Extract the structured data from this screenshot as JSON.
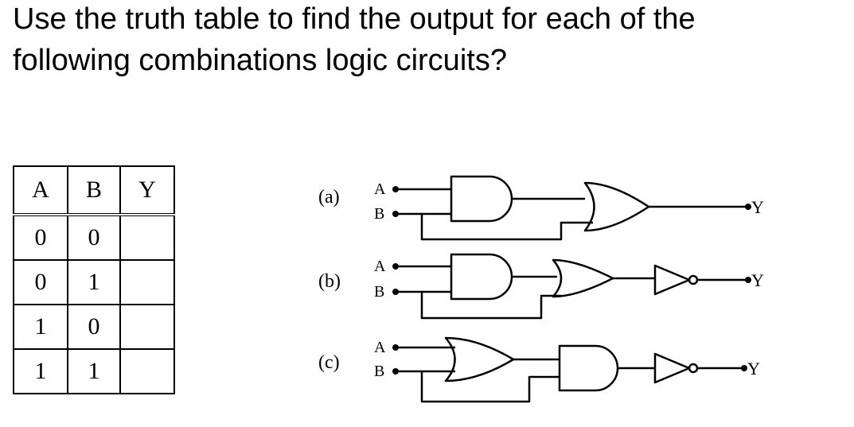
{
  "question": {
    "line1": "Use the truth table to find the output for each of the",
    "line2": "following combinations logic circuits?"
  },
  "truth_table": {
    "headers": [
      "A",
      "B",
      "Y"
    ],
    "rows": [
      [
        "0",
        "0",
        ""
      ],
      [
        "0",
        "1",
        ""
      ],
      [
        "1",
        "0",
        ""
      ],
      [
        "1",
        "1",
        ""
      ]
    ]
  },
  "circuits": [
    {
      "label": "(a)",
      "input_a": "A",
      "input_b": "B",
      "output": "Y"
    },
    {
      "label": "(b)",
      "input_a": "A",
      "input_b": "B",
      "output": "Y"
    },
    {
      "label": "(c)",
      "input_a": "A",
      "input_b": "B",
      "output": "Y"
    }
  ]
}
